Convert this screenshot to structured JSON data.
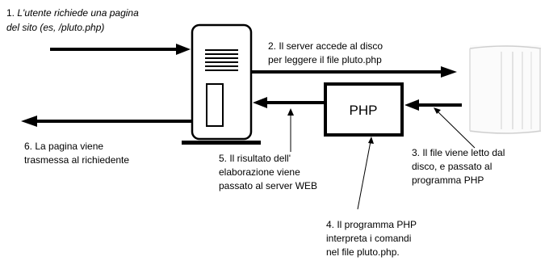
{
  "steps": {
    "step1": {
      "number": "1.",
      "line1": "L'utente richiede una pagina",
      "line2": "del sito (es, /pluto.php)"
    },
    "step2": {
      "line1": "2. Il server accede al disco",
      "line2": "per leggere il file pluto.php"
    },
    "step3": {
      "line1": "3. Il file viene letto dal",
      "line2": "disco, e passato al",
      "line3": "programma PHP"
    },
    "step4": {
      "line1": "4. Il programma PHP",
      "line2": "interpreta i comandi",
      "line3": "nel file pluto.php."
    },
    "step5": {
      "line1": "5. Il risultato dell'",
      "line2": "elaborazione viene",
      "line3": "passato al server WEB"
    },
    "step6": {
      "line1": "6. La pagina viene",
      "line2": "trasmessa al richiedente"
    }
  },
  "php_box": {
    "label": "PHP"
  }
}
